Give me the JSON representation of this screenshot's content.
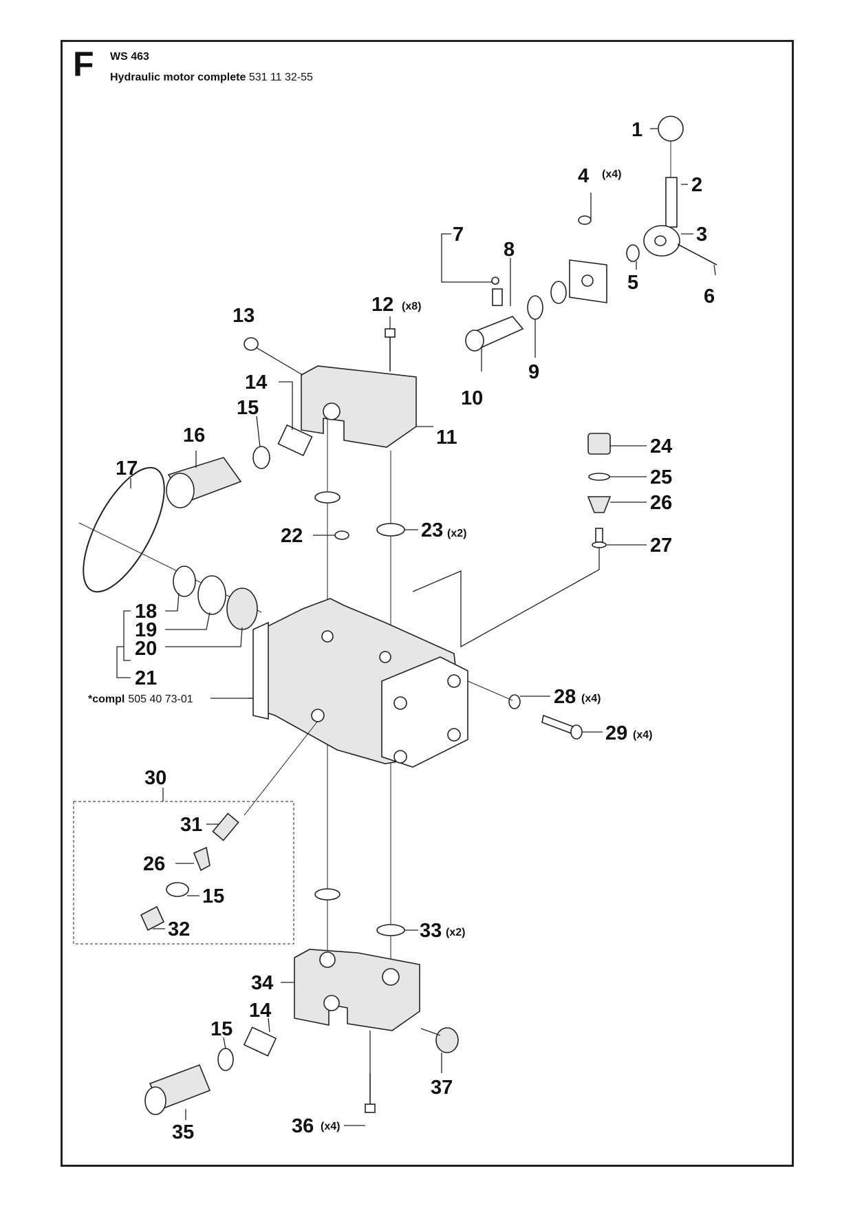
{
  "header": {
    "section_letter": "F",
    "model": "WS 463",
    "title_bold": "Hydraulic motor complete",
    "part_number": "531 11 32-55"
  },
  "compl_note": {
    "label": "*compl",
    "number": "505 40 73-01"
  },
  "callouts": [
    {
      "id": "c1",
      "num": "1",
      "qty": ""
    },
    {
      "id": "c2",
      "num": "2",
      "qty": ""
    },
    {
      "id": "c3",
      "num": "3",
      "qty": ""
    },
    {
      "id": "c4",
      "num": "4",
      "qty": "(x4)"
    },
    {
      "id": "c5",
      "num": "5",
      "qty": ""
    },
    {
      "id": "c6",
      "num": "6",
      "qty": ""
    },
    {
      "id": "c7",
      "num": "7",
      "qty": ""
    },
    {
      "id": "c8",
      "num": "8",
      "qty": ""
    },
    {
      "id": "c9",
      "num": "9",
      "qty": ""
    },
    {
      "id": "c10",
      "num": "10",
      "qty": ""
    },
    {
      "id": "c11",
      "num": "11",
      "qty": ""
    },
    {
      "id": "c12",
      "num": "12",
      "qty": "(x8)"
    },
    {
      "id": "c13",
      "num": "13",
      "qty": ""
    },
    {
      "id": "c14a",
      "num": "14",
      "qty": ""
    },
    {
      "id": "c15a",
      "num": "15",
      "qty": ""
    },
    {
      "id": "c16",
      "num": "16",
      "qty": ""
    },
    {
      "id": "c17",
      "num": "17",
      "qty": ""
    },
    {
      "id": "c18",
      "num": "18",
      "qty": ""
    },
    {
      "id": "c19",
      "num": "19",
      "qty": ""
    },
    {
      "id": "c20",
      "num": "20",
      "qty": ""
    },
    {
      "id": "c21",
      "num": "21",
      "qty": ""
    },
    {
      "id": "c22",
      "num": "22",
      "qty": ""
    },
    {
      "id": "c23",
      "num": "23",
      "qty": "(x2)"
    },
    {
      "id": "c24",
      "num": "24",
      "qty": ""
    },
    {
      "id": "c25",
      "num": "25",
      "qty": ""
    },
    {
      "id": "c26a",
      "num": "26",
      "qty": ""
    },
    {
      "id": "c27",
      "num": "27",
      "qty": ""
    },
    {
      "id": "c28",
      "num": "28",
      "qty": "(x4)"
    },
    {
      "id": "c29",
      "num": "29",
      "qty": "(x4)"
    },
    {
      "id": "c30",
      "num": "30",
      "qty": ""
    },
    {
      "id": "c31",
      "num": "31",
      "qty": ""
    },
    {
      "id": "c26b",
      "num": "26",
      "qty": ""
    },
    {
      "id": "c15b",
      "num": "15",
      "qty": ""
    },
    {
      "id": "c32",
      "num": "32",
      "qty": ""
    },
    {
      "id": "c33",
      "num": "33",
      "qty": "(x2)"
    },
    {
      "id": "c34",
      "num": "34",
      "qty": ""
    },
    {
      "id": "c14b",
      "num": "14",
      "qty": ""
    },
    {
      "id": "c15c",
      "num": "15",
      "qty": ""
    },
    {
      "id": "c35",
      "num": "35",
      "qty": ""
    },
    {
      "id": "c36",
      "num": "36",
      "qty": "(x4)"
    },
    {
      "id": "c37",
      "num": "37",
      "qty": ""
    }
  ]
}
